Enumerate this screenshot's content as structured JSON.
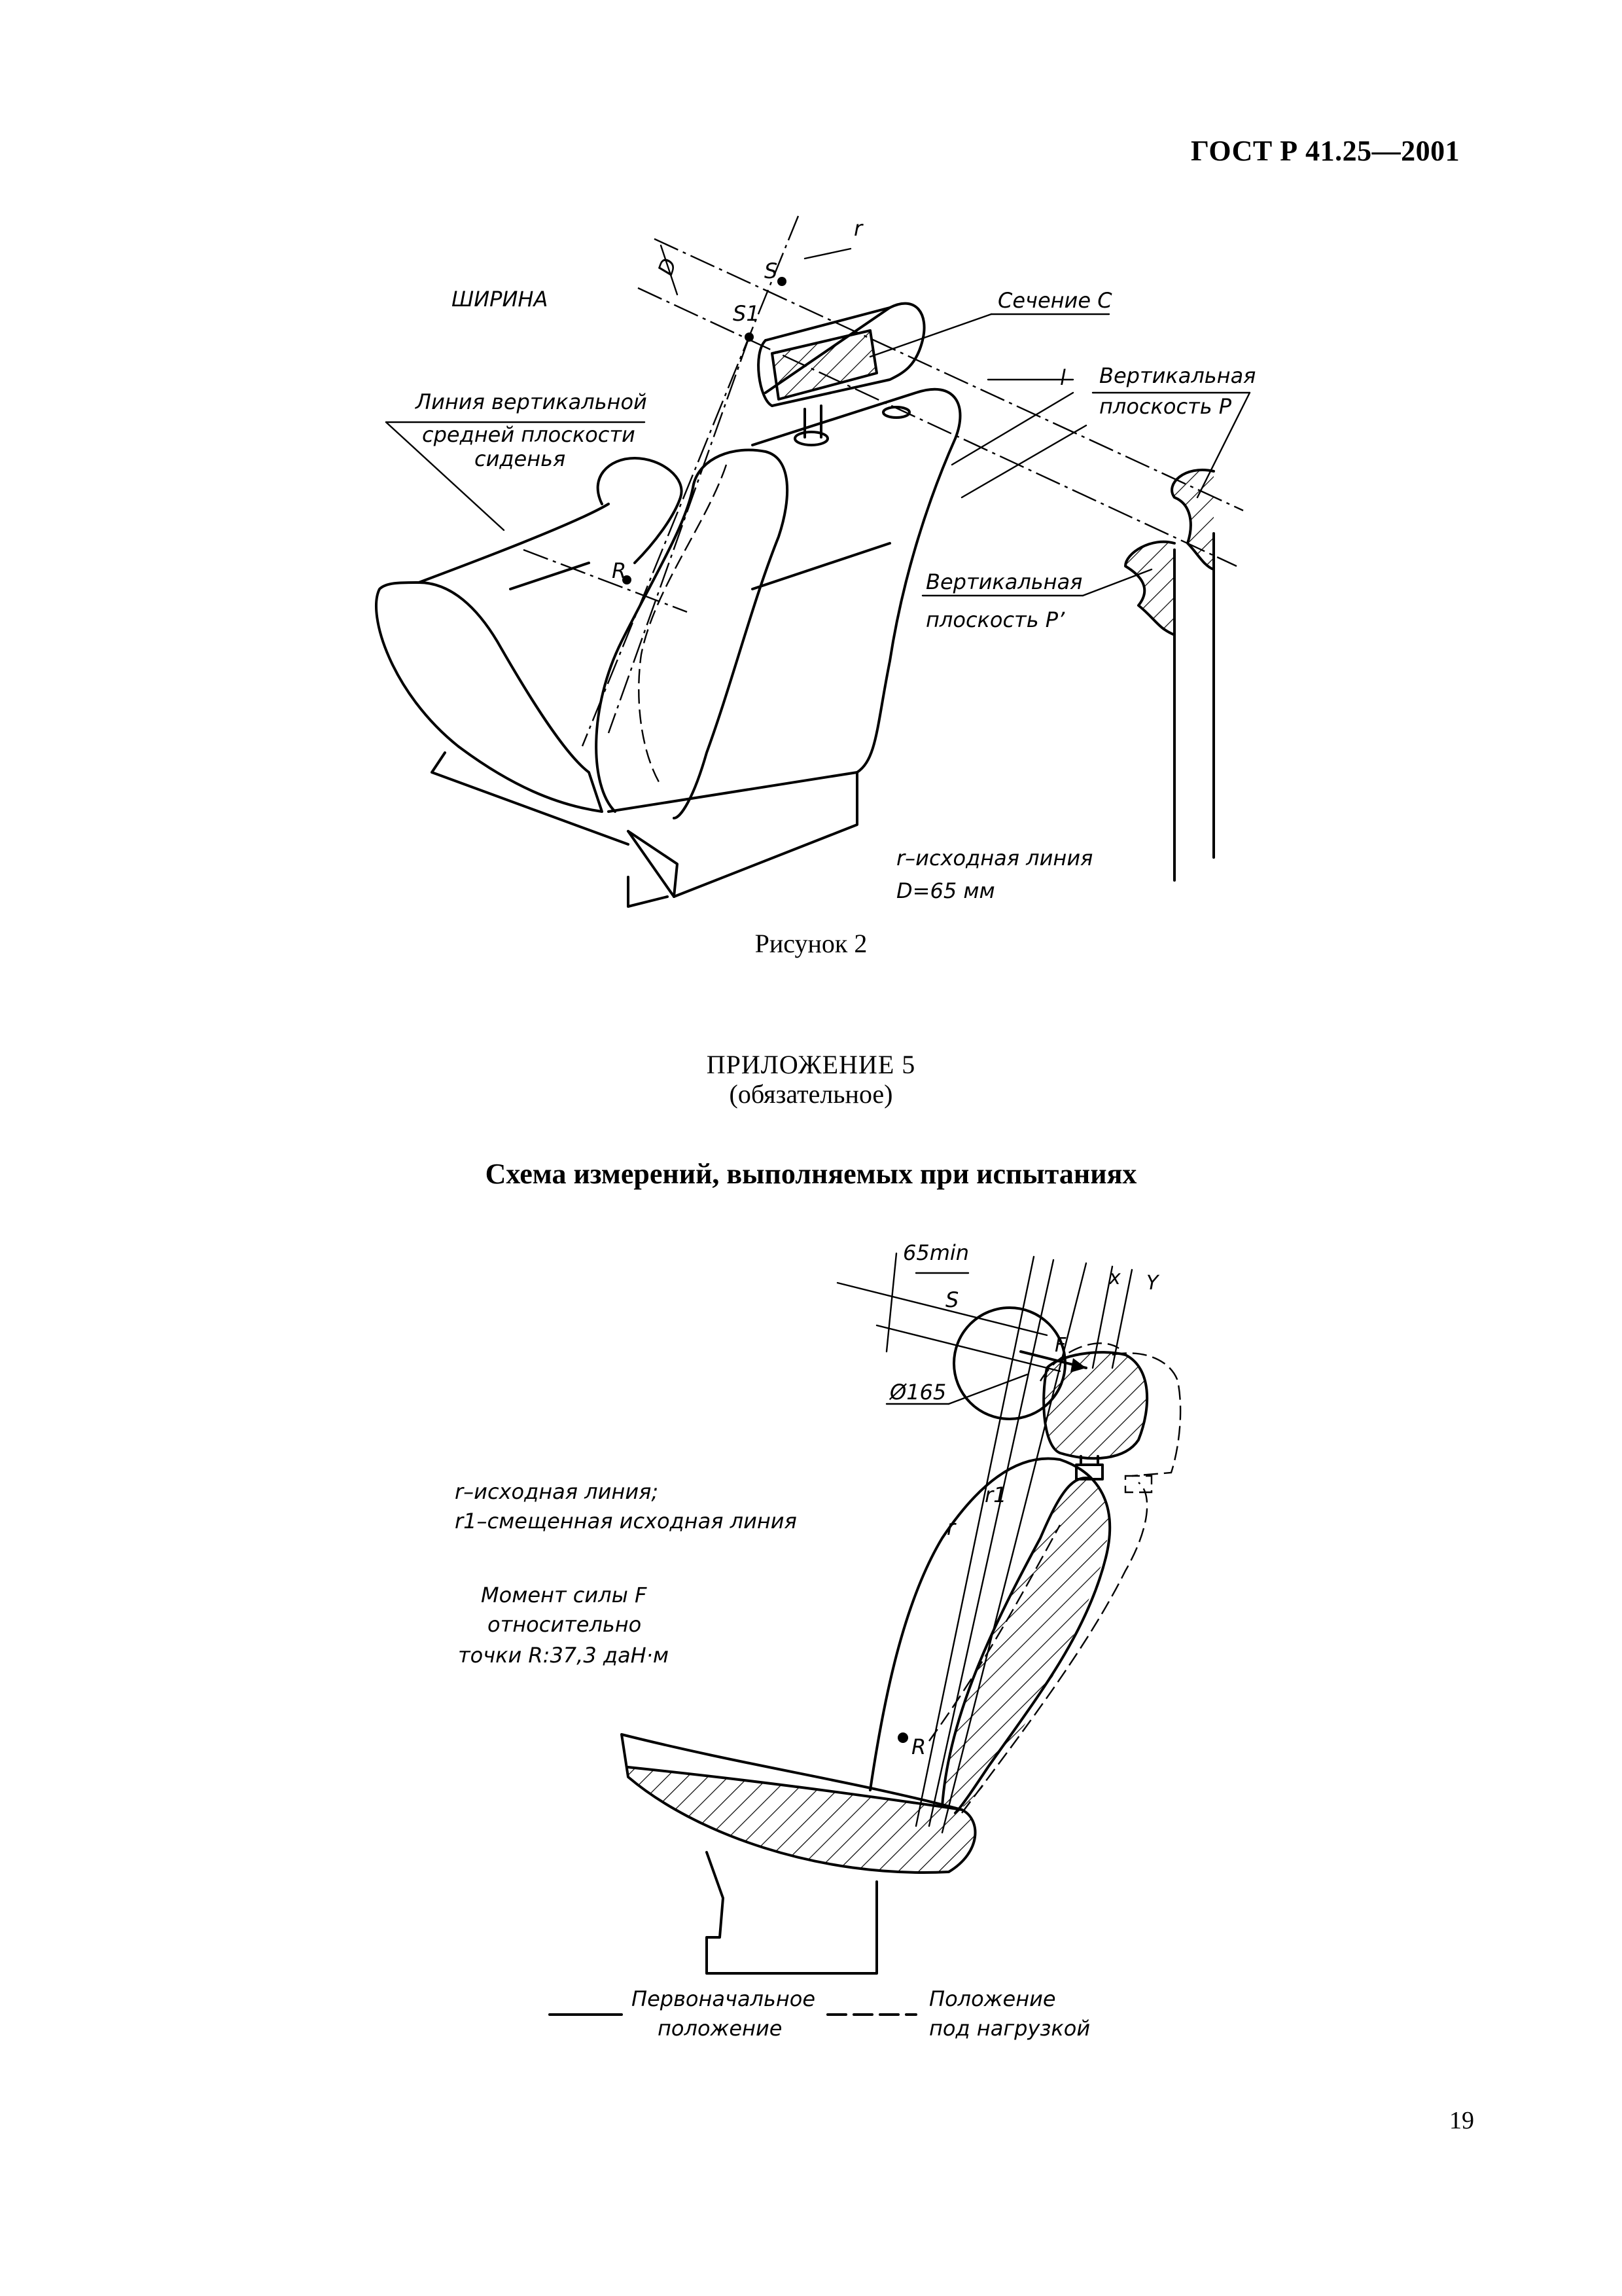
{
  "header": {
    "doc_code": "ГОСТ Р 41.25—2001"
  },
  "figure2": {
    "caption": "Рисунок 2",
    "labels": {
      "width": "ШИРИНА",
      "centerline_1": "Линия вертикальной",
      "centerline_2": "средней плоскости",
      "centerline_3": "сиденья",
      "section": "Сечение С",
      "plane_p_1": "Вертикальная",
      "plane_p_2": "плоскость P",
      "plane_p2_1": "Вертикальная",
      "plane_p2_2": "плоскость P’",
      "legend_r": "r–исходная линия",
      "legend_d": "D=65 мм",
      "r": "r",
      "S": "S",
      "S1": "S1",
      "D": "D",
      "l": "l",
      "R": "R"
    }
  },
  "appendix": {
    "title": "ПРИЛОЖЕНИЕ 5",
    "subtitle": "(обязательное)",
    "section_title": "Схема измерений, выполняемых при испытаниях"
  },
  "figure_scheme": {
    "labels": {
      "min65": "65min",
      "S": "S",
      "diameter": "Ø165",
      "x": "x",
      "y": "Y",
      "F": "F",
      "r": "r",
      "r1": "r1",
      "R": "R",
      "ref_line": "r–исходная линия;",
      "ref_line_shifted": "r1–смещенная исходная линия",
      "moment_1": "Момент силы F",
      "moment_2": "относительно",
      "moment_3": "точки R:37,3 даН·м",
      "legend_initial_1": "Первоначальное",
      "legend_initial_2": "положение",
      "legend_loaded_1": "Положение",
      "legend_loaded_2": "под нагрузкой"
    }
  },
  "footer": {
    "page_number": "19"
  }
}
